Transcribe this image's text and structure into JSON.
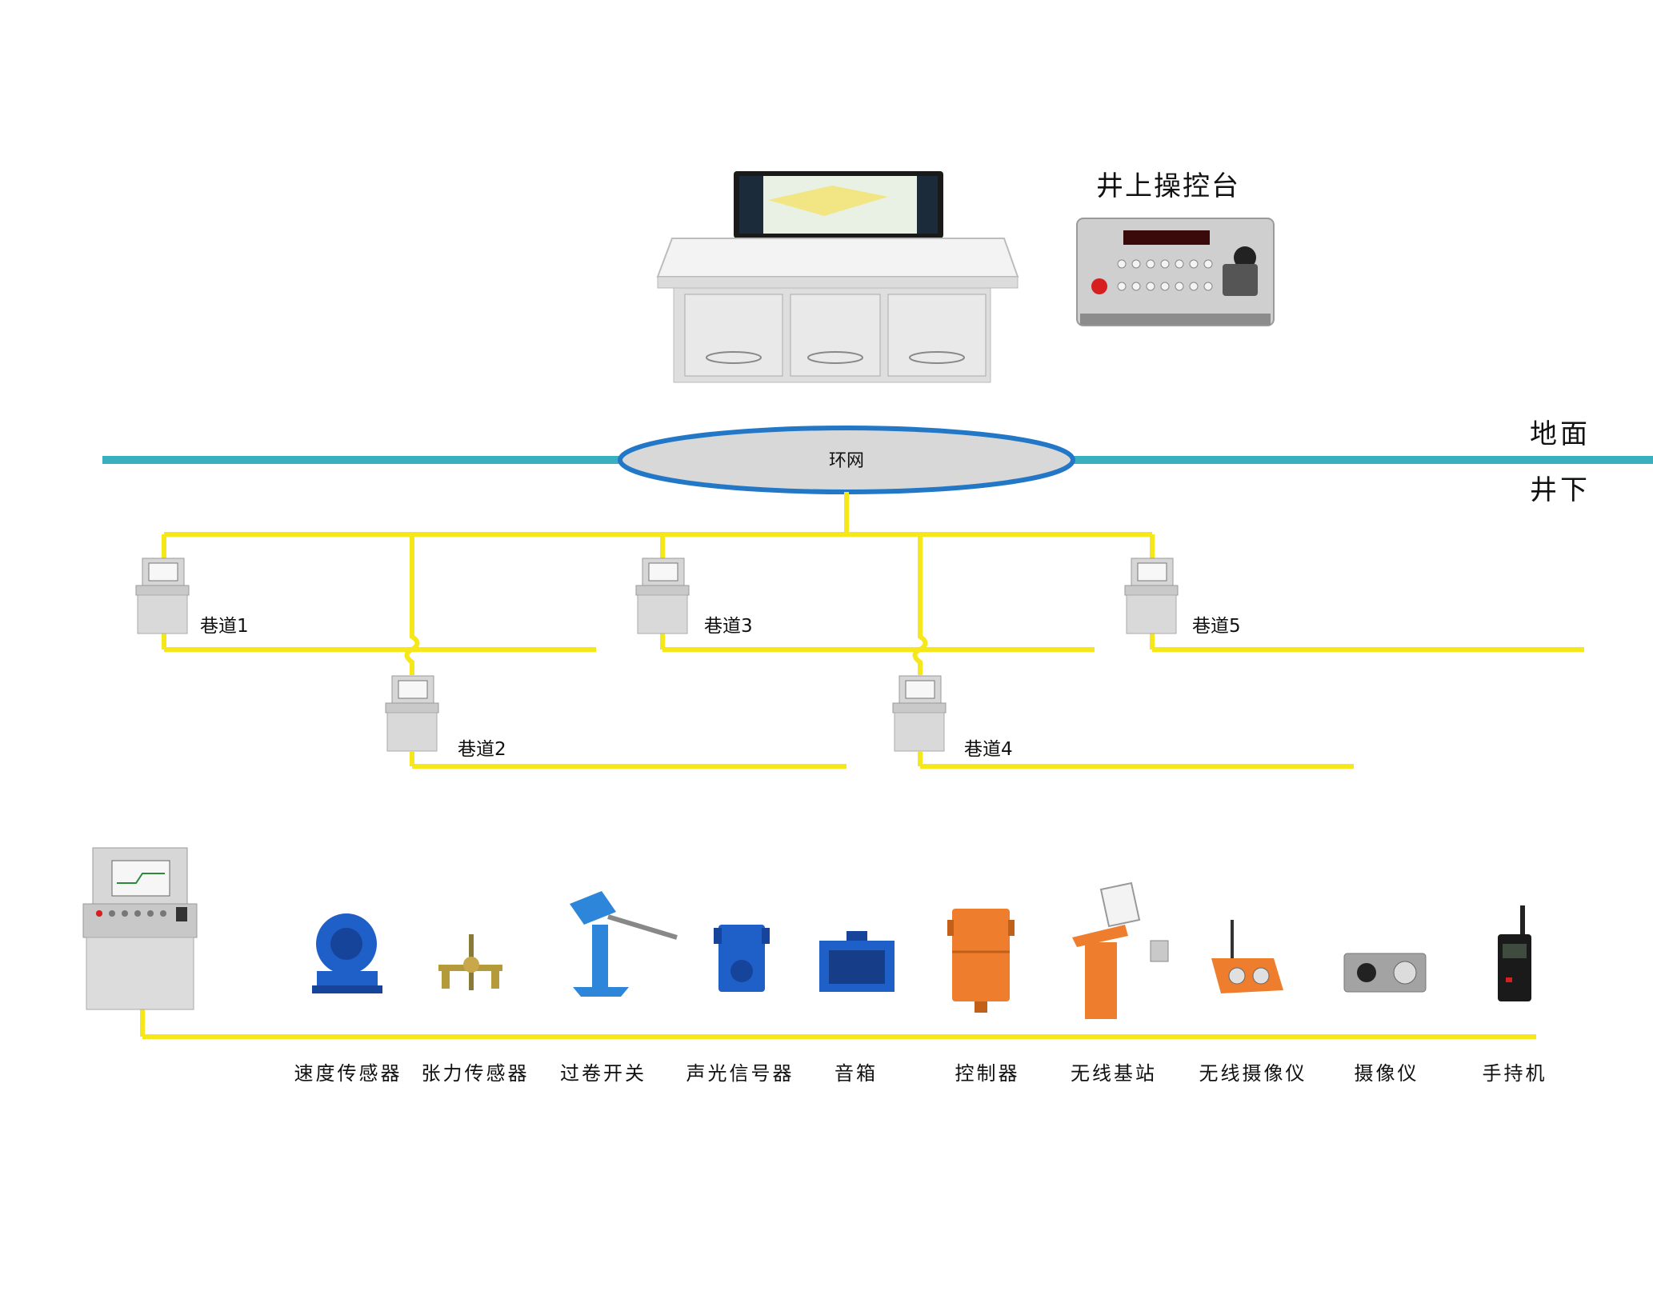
{
  "labels": {
    "surface_console": "井上操控台",
    "ring_network": "环网",
    "ground": "地面",
    "underground": "井下"
  },
  "tunnels": [
    {
      "label": "巷道1"
    },
    {
      "label": "巷道2"
    },
    {
      "label": "巷道3"
    },
    {
      "label": "巷道4"
    },
    {
      "label": "巷道5"
    }
  ],
  "devices": [
    {
      "label": "速度传感器"
    },
    {
      "label": "张力传感器"
    },
    {
      "label": "过卷开关"
    },
    {
      "label": "声光信号器"
    },
    {
      "label": "音箱"
    },
    {
      "label": "控制器"
    },
    {
      "label": "无线基站"
    },
    {
      "label": "无线摄像仪"
    },
    {
      "label": "摄像仪"
    },
    {
      "label": "手持机"
    }
  ],
  "colors": {
    "network_line": "#3aafbf",
    "branch_line": "#f5e71a",
    "ring_fill": "#d8d8d8",
    "ring_border": "#2277c7",
    "device_blue": "#1f5fc8",
    "device_orange": "#ee7d2d"
  }
}
